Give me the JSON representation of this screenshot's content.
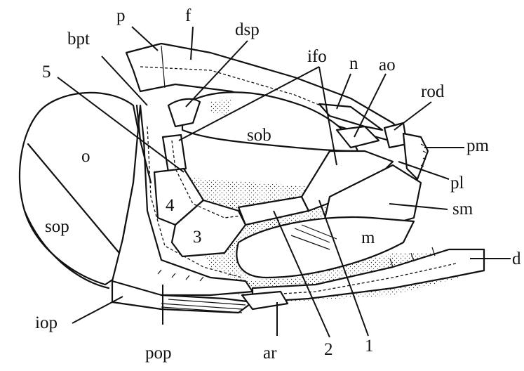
{
  "labels": {
    "p": "p",
    "f": "f",
    "dsp": "dsp",
    "bpt": "bpt",
    "ifo": "ifo",
    "n": "n",
    "ao": "ao",
    "rod": "rod",
    "five": "5",
    "o": "o",
    "sob": "sob",
    "pm": "pm",
    "pl": "pl",
    "four": "4",
    "sm": "sm",
    "sop": "sop",
    "three": "3",
    "m": "m",
    "d": "d",
    "iop": "iop",
    "pop": "pop",
    "ar": "ar",
    "two": "2",
    "one": "1"
  },
  "colors": {
    "ink": "#111111",
    "paper": "#ffffff"
  }
}
